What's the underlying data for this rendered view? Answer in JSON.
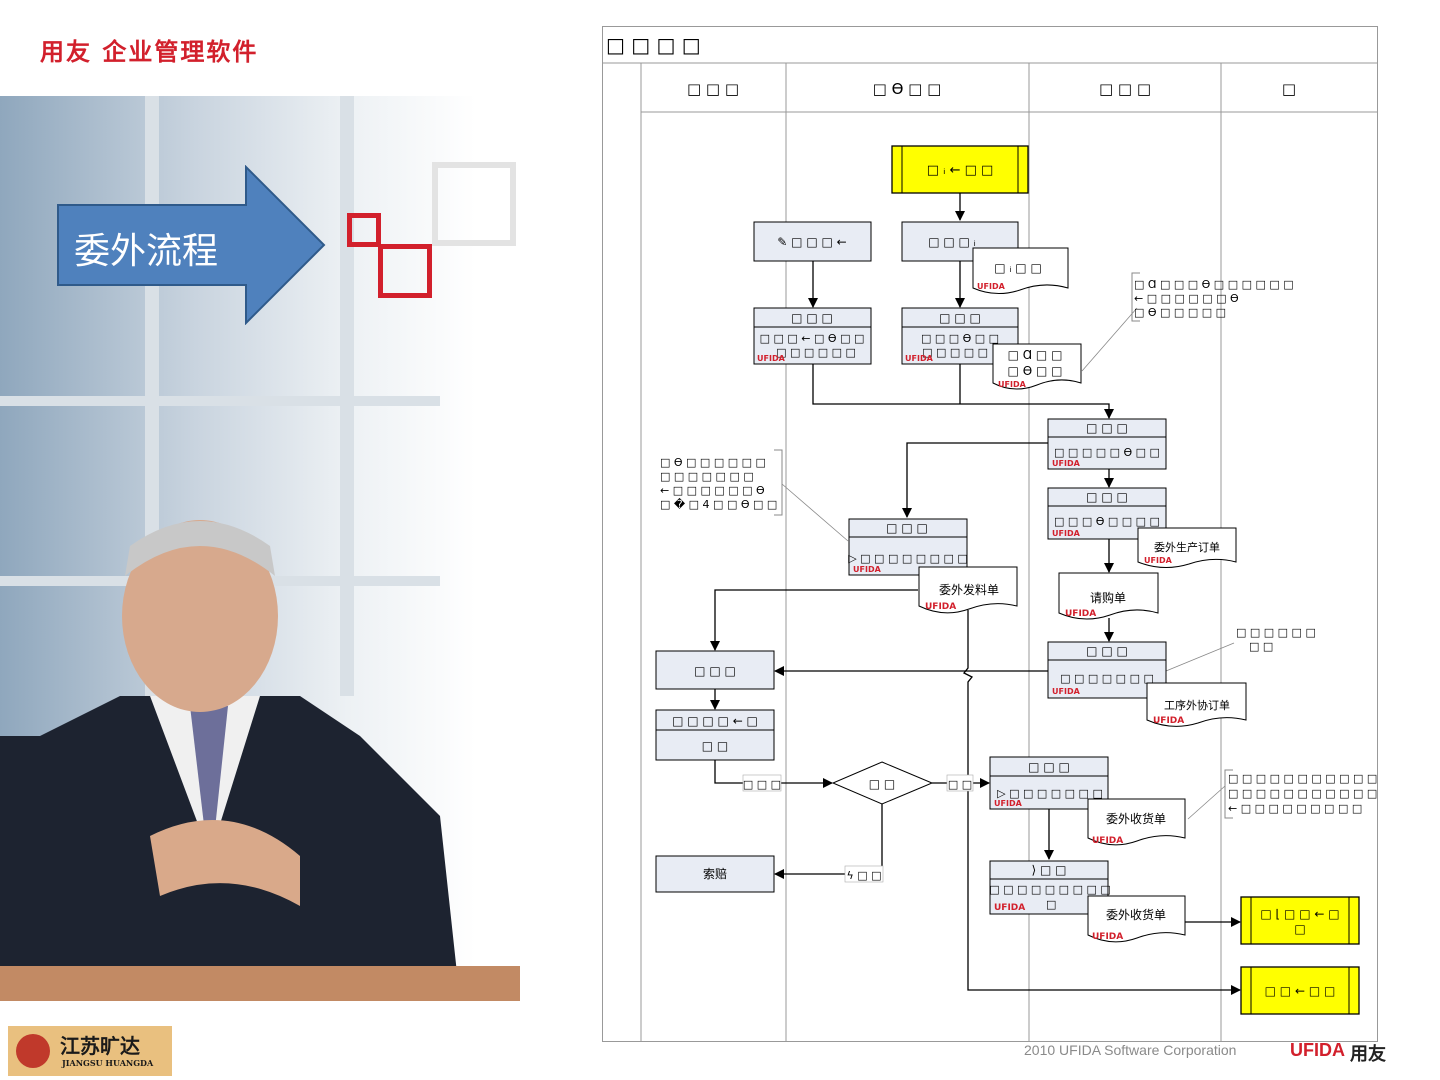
{
  "header": {
    "brand": "用友 企业管理软件"
  },
  "banner": {
    "title": "委外流程"
  },
  "footer": {
    "copyright": "2010 UFIDA Software Corporation",
    "brand_en": "UFIDA",
    "brand_cn": "用友",
    "partner_cn": "江苏旷达",
    "partner_en": "JIANGSU  HUANGDA"
  },
  "diagram": {
    "title": "□ □ □ □",
    "lanes": [
      "□ □ □",
      "□ ϴ □ □",
      "□ □ □",
      "□"
    ],
    "tag": "UFIDA",
    "nodes": {
      "start": "□ ᵢ ← □ □",
      "mrp": "□ □ □ ᵢ",
      "mrp_doc": "□ ᵢ □ □",
      "manual": "✎ □ □ □ ←",
      "m_head": "□ □ □",
      "m_body1": "□ □ □ ← □ ϴ □ □",
      "m_body2": "□ □ □ □ □ □",
      "n_head": "□ □ □",
      "n_body1": "□ □ □ ϴ □ □",
      "n_body2": "□ □ □ □ □ □",
      "doc_a1": "□ Ɑ □ □",
      "doc_a2": "□ ϴ □ □",
      "note1_l1": "□ Ɑ □ □ □ ϴ □ □ □ □ □ □",
      "note1_l2": "← □ □ □ □ □ □ ϴ",
      "note1_l3": "□ ϴ □ □ □ □ □",
      "r1_head": "□ □ □",
      "r1_body": "□ □ □ □ □ ϴ □ □",
      "r2_head": "□ □ □",
      "r2_body": "□ □ □ ϴ □ □ □ □",
      "doc_order": "委外生产订单",
      "doc_req": "请购单",
      "r3_head": "□ □ □",
      "r3_body": "□ □ □ □ □ □ □",
      "doc_coop": "工序外协订单",
      "note2_l1": "□ □ □ □ □ □",
      "note2_l2": "□ □",
      "note3_l1": "□ ϴ □ □ □ □   □ □",
      "note3_l2": "□ □ □ □ □ □ □",
      "note3_l3": "← □ □ □ □ □ □ ϴ",
      "note3_l4": "□ � □ 4 □ □ ϴ □ □",
      "issue_head": "□ □ □",
      "issue_body": "▷ □ □ □ □ □ □ □ □",
      "doc_issue": "委外发料单",
      "left1": "□ □   □",
      "left2_head": "□ □ □ □ ← □",
      "left2_body": "□ □",
      "yes_label": "□ □ □",
      "diamond": "□ □",
      "no_label": "□ □",
      "claim": "索赔",
      "claim_label": "ϟ □ □",
      "recv_head": "□ □ □",
      "recv_body": "▷ □ □ □ □ □ □ □",
      "doc_recv1": "委外收货单",
      "note4_l1": "□ □ □ □ □ □ □ □ □ □ □",
      "note4_l2": "□ □ □ □ □ □ □ □ □ □ □",
      "note4_l3": "← □ □ □ □ □ □ □ □ □",
      "in_head": "⟩ □ □",
      "in_body1": "□ □ □ □ □ □ □ □ □",
      "in_body2": "□",
      "doc_recv2": "委外收货单",
      "end1_l1": "□ ⌊ □ □ ← □",
      "end1_l2": "□",
      "end2": "□ □ ← □ □"
    }
  },
  "colors": {
    "accent": "#d2202c",
    "arrow_blue": "#4f81bd",
    "terminal_yellow": "#ffff00",
    "box_fill": "#e8ecf4"
  }
}
